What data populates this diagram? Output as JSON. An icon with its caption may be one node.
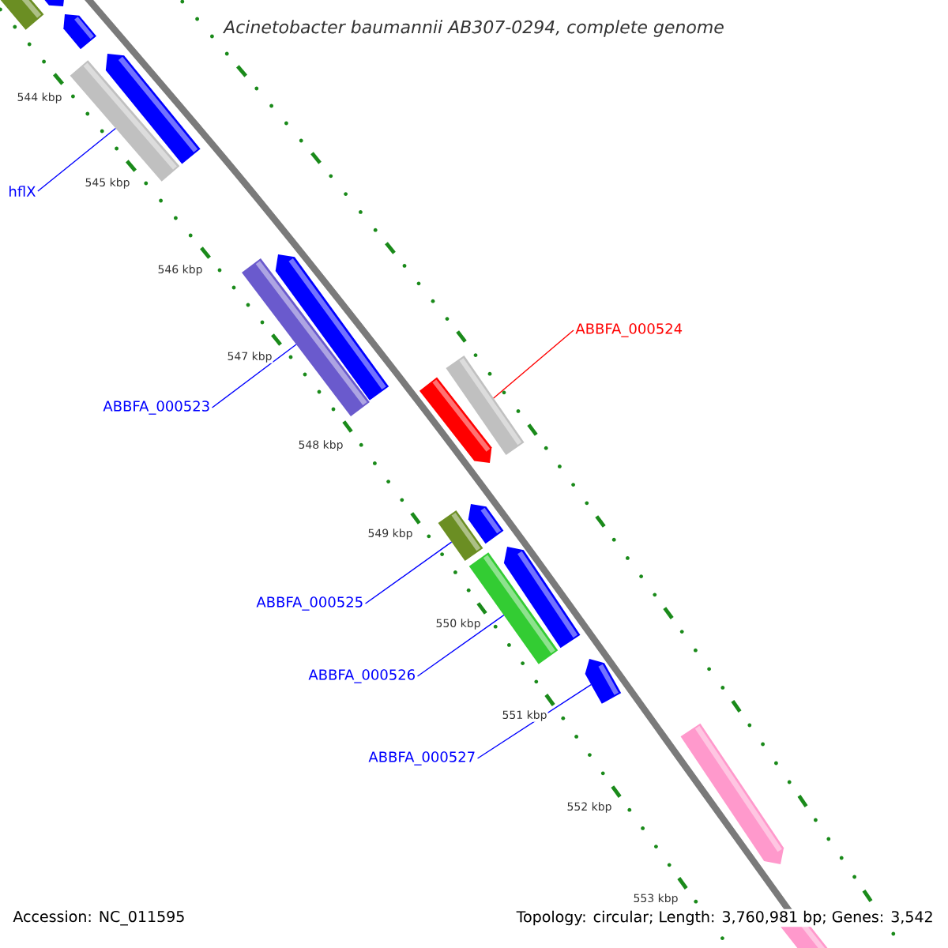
{
  "diagram": {
    "title": "Acinetobacter baumannii AB307-0294, complete genome",
    "nodes": [
      {
        "text": [
          "hflX"
        ]
      },
      {
        "text": [],
        "shape": "bar"
      },
      {
        "text": [
          "ABBFA_000523"
        ]
      },
      {
        "text": [],
        "shape": "bar"
      },
      {
        "text": [
          "ABBFA_000524"
        ]
      },
      {
        "text": [],
        "shape": "bar"
      },
      {
        "text": [
          "ABBFA_000525"
        ]
      },
      {
        "text": [],
        "shape": "bar"
      },
      {
        "text": [
          "ABBFA_000526"
        ]
      },
      {
        "text": [],
        "shape": "bar"
      },
      {
        "text": [
          "ABBFA_000527"
        ]
      },
      {
        "text": [],
        "shape": "arrow"
      }
    ],
    "edges": [
      {
        "from": 0,
        "to": 1,
        "arrow": "none"
      },
      {
        "from": 2,
        "to": 3,
        "arrow": "none"
      },
      {
        "from": 4,
        "to": 5,
        "arrow": "none",
        "color": "#ff0000"
      },
      {
        "from": 6,
        "to": 7,
        "arrow": "none"
      },
      {
        "from": 8,
        "to": 9,
        "arrow": "none"
      },
      {
        "from": 10,
        "to": 11,
        "arrow": "none"
      }
    ],
    "labels": [
      "544 kbp",
      "545 kbp",
      "546 kbp",
      "547 kbp",
      "548 kbp",
      "549 kbp",
      "550 kbp",
      "551 kbp",
      "552 kbp",
      "553 kbp",
      "Accession: NC_011595",
      "Topology: circular; Length: 3,760,981 bp; Genes: 3,542"
    ]
  }
}
